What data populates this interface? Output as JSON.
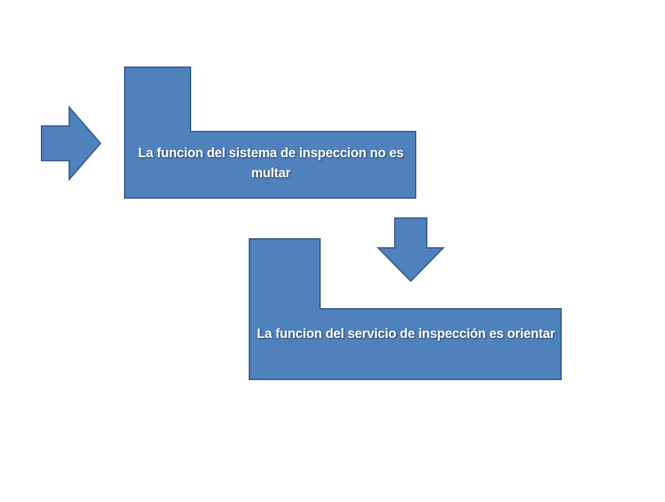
{
  "colors": {
    "fill": "#4F81BD",
    "stroke": "#385D8A",
    "text": "#FFFFFF",
    "background": "#FFFFFF"
  },
  "diagram": {
    "nodes": [
      {
        "id": "box-1",
        "shape": "l-shape",
        "text": "La funcion del sistema de inspeccion no es multar"
      },
      {
        "id": "box-2",
        "shape": "l-shape",
        "text": "La funcion del servicio de inspección es orientar"
      }
    ],
    "arrows": [
      {
        "id": "arrow-1",
        "icon": "arrow-right-icon",
        "direction": "right",
        "target": "box-1"
      },
      {
        "id": "arrow-2",
        "icon": "arrow-down-icon",
        "direction": "down",
        "from": "box-1",
        "to": "box-2"
      }
    ]
  }
}
